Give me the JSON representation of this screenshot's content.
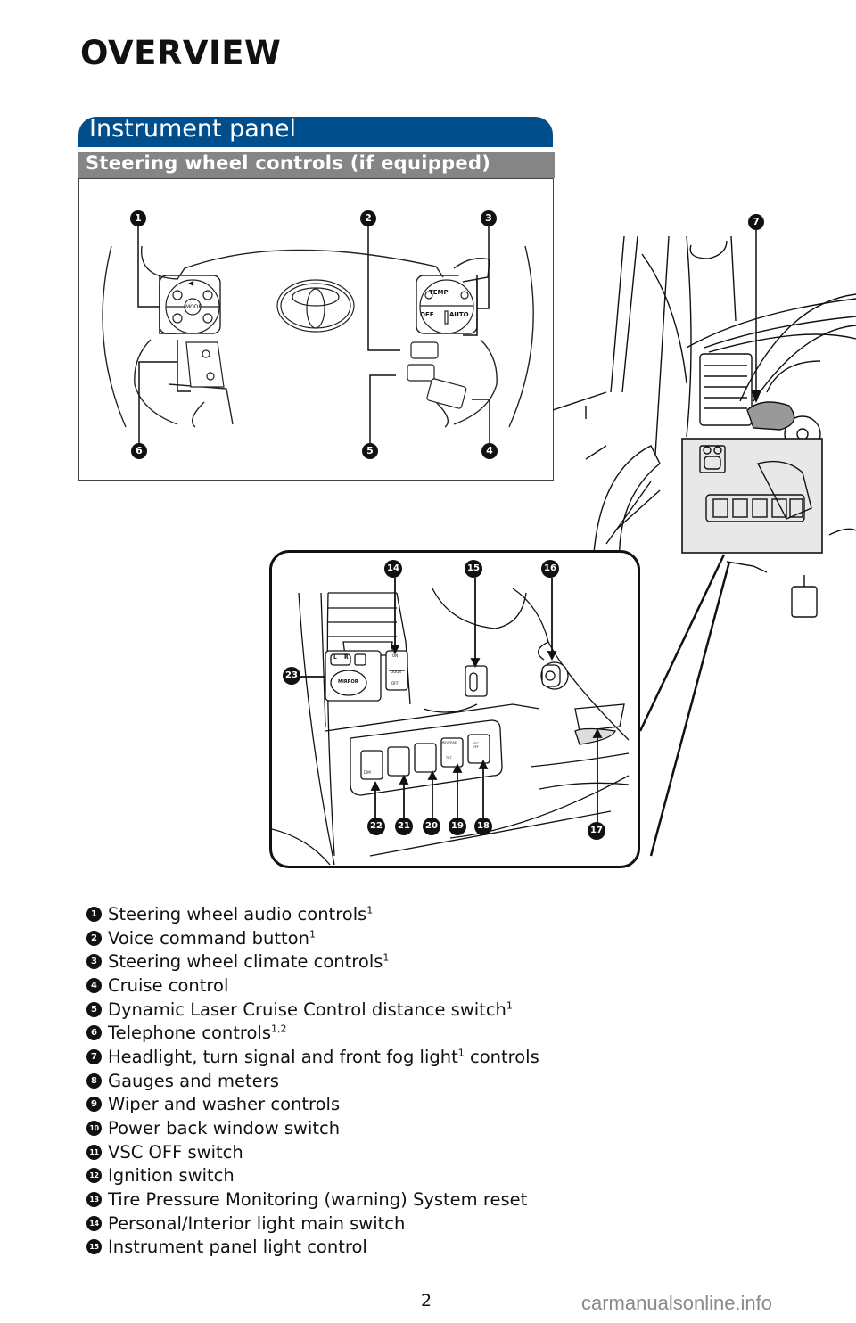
{
  "page": {
    "title": "OVERVIEW",
    "section_header": "Instrument panel",
    "sub_header": "Steering wheel controls (if equipped)",
    "page_number": "2",
    "watermark": "carmanualsonline.info"
  },
  "colors": {
    "section_header_bg": "#004f8c",
    "sub_header_bg": "#858585",
    "callout": "#111111"
  },
  "steering_diagram": {
    "callouts": [
      "1",
      "2",
      "3",
      "4",
      "5",
      "6"
    ],
    "labels": {
      "mode": "MODE",
      "temp": "TEMP",
      "off": "OFF",
      "auto": "AUTO"
    },
    "icons": [
      "toyota-logo-icon",
      "volume-icon",
      "plus-icon",
      "minus-icon",
      "voice-icon",
      "distance-icon",
      "phone-icon"
    ]
  },
  "dash_diagram": {
    "callouts": [
      "7"
    ]
  },
  "inset_diagram": {
    "callouts": [
      "14",
      "15",
      "16",
      "17",
      "18",
      "19",
      "20",
      "21",
      "22",
      "23"
    ],
    "labels": {
      "mirror": "MIRROR",
      "left": "L",
      "right": "R",
      "on": "ON",
      "door": "DOOR",
      "off": "OFF",
      "reverse": "REVERSE",
      "tilt": "TILT",
      "vsc_off": "VSC\nOFF",
      "dim": "DIM"
    }
  },
  "legend": [
    {
      "num": "1",
      "text": "Steering wheel audio controls",
      "sup": "1"
    },
    {
      "num": "2",
      "text": "Voice command button",
      "sup": "1"
    },
    {
      "num": "3",
      "text": "Steering wheel climate controls",
      "sup": "1"
    },
    {
      "num": "4",
      "text": "Cruise control",
      "sup": ""
    },
    {
      "num": "5",
      "text": "Dynamic Laser Cruise Control distance switch",
      "sup": "1"
    },
    {
      "num": "6",
      "text": "Telephone controls",
      "sup": "1,2"
    },
    {
      "num": "7",
      "text": "Headlight, turn signal and front fog light",
      "sup": "1",
      "after": " controls"
    },
    {
      "num": "8",
      "text": "Gauges and meters",
      "sup": ""
    },
    {
      "num": "9",
      "text": "Wiper and washer controls",
      "sup": ""
    },
    {
      "num": "10",
      "text": "Power back window switch",
      "sup": ""
    },
    {
      "num": "11",
      "text": "VSC OFF switch",
      "sup": ""
    },
    {
      "num": "12",
      "text": "Ignition switch",
      "sup": ""
    },
    {
      "num": "13",
      "text": "Tire Pressure Monitoring (warning) System reset",
      "sup": ""
    },
    {
      "num": "14",
      "text": "Personal/Interior light main switch",
      "sup": ""
    },
    {
      "num": "15",
      "text": "Instrument panel light control",
      "sup": ""
    }
  ]
}
